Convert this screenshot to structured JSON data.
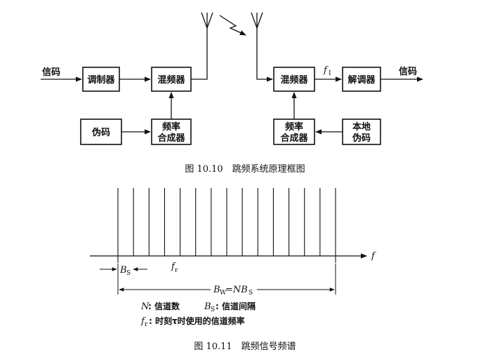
{
  "fig10_10": {
    "blocks": {
      "modulator": "调制器",
      "mixer_tx": "混频器",
      "pn_code": "伪码",
      "synth_tx_line1": "频率",
      "synth_tx_line2": "合成器",
      "mixer_rx": "混频器",
      "demodulator": "解调器",
      "synth_rx_line1": "频率",
      "synth_rx_line2": "合成器",
      "local_pn_line1": "本地",
      "local_pn_line2": "伪码"
    },
    "input_label": "信码",
    "output_label": "信码",
    "if_label": "f",
    "if_sub": "I",
    "caption": "图 10.10　跳频系统原理框图"
  },
  "fig10_11": {
    "axis_label": "f",
    "fr_label": "f",
    "fr_sub": "r",
    "bs_label": "B",
    "bs_sub": "S",
    "bw_label": "B",
    "bw_sub": "W",
    "bw_eq": "=NB",
    "bw_eq_sub": "S",
    "channel_count": 15,
    "legend_n_sym": "N",
    "legend_n_text": ": 信道数",
    "legend_bs_sym": "B",
    "legend_bs_sub": "S",
    "legend_bs_text": ": 信道间隔",
    "legend_fr_sym": "f",
    "legend_fr_sub": "r",
    "legend_fr_text": ": 时刻τ时使用的信道频率",
    "caption": "图 10.11　跳频信号频谱"
  }
}
